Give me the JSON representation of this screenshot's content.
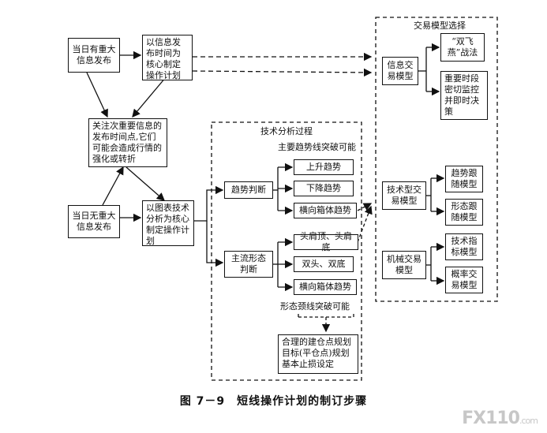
{
  "left": {
    "major_info": "当日有重大信息发布",
    "no_major_info": "当日无重大信息发布",
    "focus": "关注次重要信息的发布时间点,它们可能会造成行情的强化或转折",
    "plan_by_info": "以信息发布时间为核心制定操作计划",
    "plan_by_chart": "以图表技术分析为核心制定操作计划"
  },
  "tech": {
    "title": "技术分析过程",
    "trend_title": "主要趋势线突破可能",
    "trend_judge": "趋势判断",
    "pattern_judge": "主流形态判断",
    "up_trend": "上升趋势",
    "down_trend": "下降趋势",
    "side_box_1": "横向箱体趋势",
    "hs": "头肩顶、头肩底",
    "double": "双头、双底",
    "side_box_2": "横向箱体趋势",
    "pattern_title": "形态颈线突破可能",
    "plan": "合理的建仓点规划 目标(平仓点)规划 基本止损设定"
  },
  "models": {
    "title": "交易模型选择",
    "info_model": "信息交易模型",
    "double_fly": "“双飞燕”战法",
    "monitor": "重要时段密切监控并即时决策",
    "tech_model": "技术型交易模型",
    "trend_follow": "趋势跟随模型",
    "pattern_follow": "形态跟随模型",
    "mech_model": "机械交易模型",
    "indicator": "技术指标模型",
    "probability": "概率交易模型"
  },
  "caption": "图 7－9　短线操作计划的制订步骤",
  "watermark": "FX110",
  "watermark_suffix": ".com"
}
